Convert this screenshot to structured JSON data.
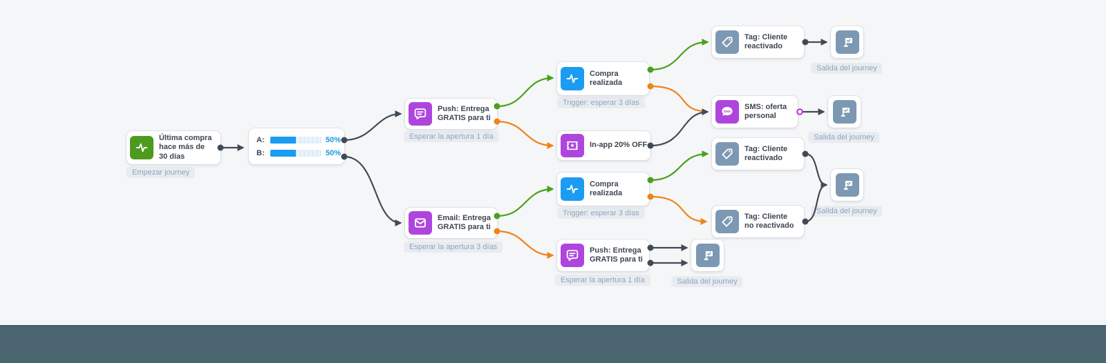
{
  "app": {
    "background": "#f5f6f7",
    "bottom_bar": {
      "color": "#4b6671",
      "border_color": "#3d5964"
    }
  },
  "colors": {
    "edge_dark": "#3f4b57",
    "edge_green": "#4aa11c",
    "edge_orange": "#ef8418",
    "node_purple": "#ae45dd",
    "node_blue": "#1b9cf2",
    "node_green": "#4e9a1f",
    "node_slate": "#7d98b3",
    "sms_port_ring": "#c32ccd",
    "ab_bar_fill": "#1b9cf2",
    "percent_text": "#1895e8"
  },
  "icons": {
    "sms_text": "SMS"
  },
  "nodes": {
    "start": {
      "label": "Última compra hace más de 30 días",
      "badge": "Empezar journey",
      "icon": "activity-icon"
    },
    "ab": {
      "row_a_label": "A:",
      "row_a_value": "50%",
      "row_b_label": "B:",
      "row_b_value": "50%"
    },
    "push1": {
      "label": "Push: Entrega GRATIS para ti",
      "badge": "Esperar la apertura 1 día",
      "icon": "push-notification-icon"
    },
    "compra1": {
      "label": "Compra realizada",
      "badge": "Trigger: esperar 3 días",
      "icon": "activity-icon"
    },
    "inapp": {
      "label": "In-app 20% OFF",
      "icon": "ticket-icon"
    },
    "tag1": {
      "label": "Tag: Cliente reactivado",
      "icon": "tag-icon"
    },
    "flag1": {
      "label": "Salida del journey",
      "icon": "flag-icon"
    },
    "sms": {
      "label": "SMS: oferta personal",
      "icon": "sms-bubble-icon"
    },
    "flag2": {
      "label": "Salida del journey",
      "icon": "flag-icon"
    },
    "email": {
      "label": "Email: Entrega GRATIS para ti",
      "badge": "Esperar la apertura 3 días",
      "icon": "email-icon"
    },
    "compra2": {
      "label": "Compra realizada",
      "badge": "Trigger: esperar 3 días",
      "icon": "activity-icon"
    },
    "tag2": {
      "label": "Tag: Cliente reactivado",
      "icon": "tag-icon"
    },
    "tag3": {
      "label": "Tag: Cliente no reactivado",
      "icon": "tag-icon"
    },
    "flag3": {
      "label": "Salida del journey",
      "icon": "flag-icon"
    },
    "push2": {
      "label": "Push: Entrega GRATIS para ti",
      "badge": "Esperar la apertura 1 día",
      "icon": "push-notification-icon"
    },
    "flag4": {
      "label": "Salida del journey",
      "icon": "flag-icon"
    }
  }
}
